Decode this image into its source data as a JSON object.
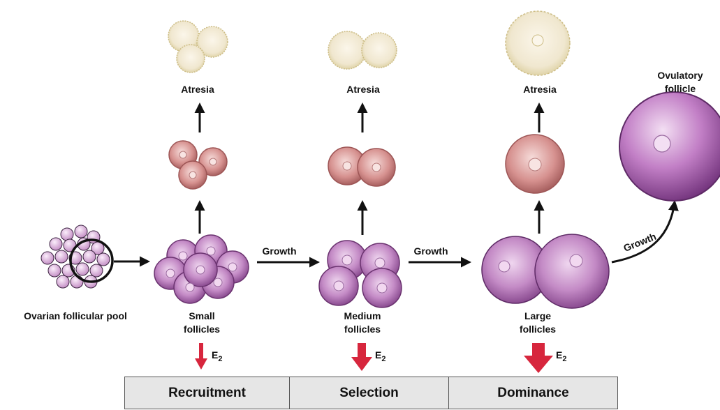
{
  "labels": {
    "pool": "Ovarian follicular pool",
    "small": [
      "Small",
      "follicles"
    ],
    "medium": [
      "Medium",
      "follicles"
    ],
    "large": [
      "Large",
      "follicles"
    ],
    "ovulatory": [
      "Ovulatory",
      "follicle"
    ],
    "atresia": "Atresia",
    "growth": "Growth",
    "hormone": "E",
    "hormone_subscript": "2"
  },
  "stages": [
    "Recruitment",
    "Selection",
    "Dominance"
  ],
  "colors": {
    "purple": "#a86aa8",
    "atretic": "#d99a98",
    "dead": "#f2eccf",
    "estradiol_arrow": "#d7263d"
  }
}
